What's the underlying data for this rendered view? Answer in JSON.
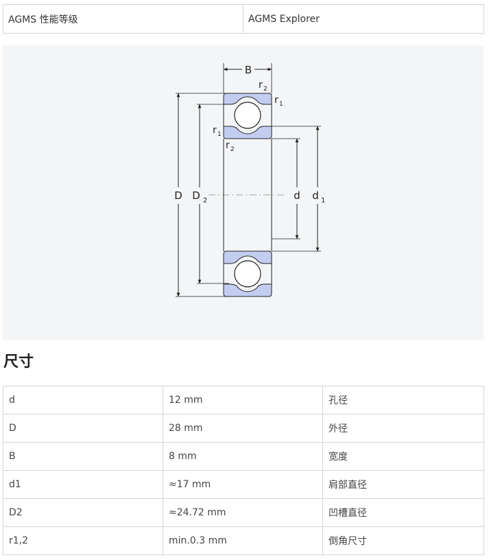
{
  "header_table": {
    "left": "AGMS 性能等级",
    "right": "AGMS Explorer"
  },
  "diagram": {
    "labels": {
      "B": "B",
      "D": "D",
      "D2_main": "D",
      "D2_sub": "2",
      "d": "d",
      "d1_main": "d",
      "d1_sub": "1",
      "r": "r",
      "sub1": "1",
      "sub2": "2"
    },
    "colors": {
      "ring_fill": "#c3cdf0",
      "outline": "#222222",
      "panel_bg": "#f4f5f7"
    }
  },
  "section": {
    "title": "尺寸"
  },
  "dimensions": [
    {
      "symbol": "d",
      "value": "12 mm",
      "desc": "孔径"
    },
    {
      "symbol": "D",
      "value": "28 mm",
      "desc": "外径"
    },
    {
      "symbol": "B",
      "value": "8 mm",
      "desc": "宽度"
    },
    {
      "symbol": "d1",
      "value": "≈17 mm",
      "desc": "肩部直径"
    },
    {
      "symbol": "D2",
      "value": "≈24.72 mm",
      "desc": "凹槽直径"
    },
    {
      "symbol": "r1,2",
      "value": "min.0.3 mm",
      "desc": "倒角尺寸"
    }
  ]
}
